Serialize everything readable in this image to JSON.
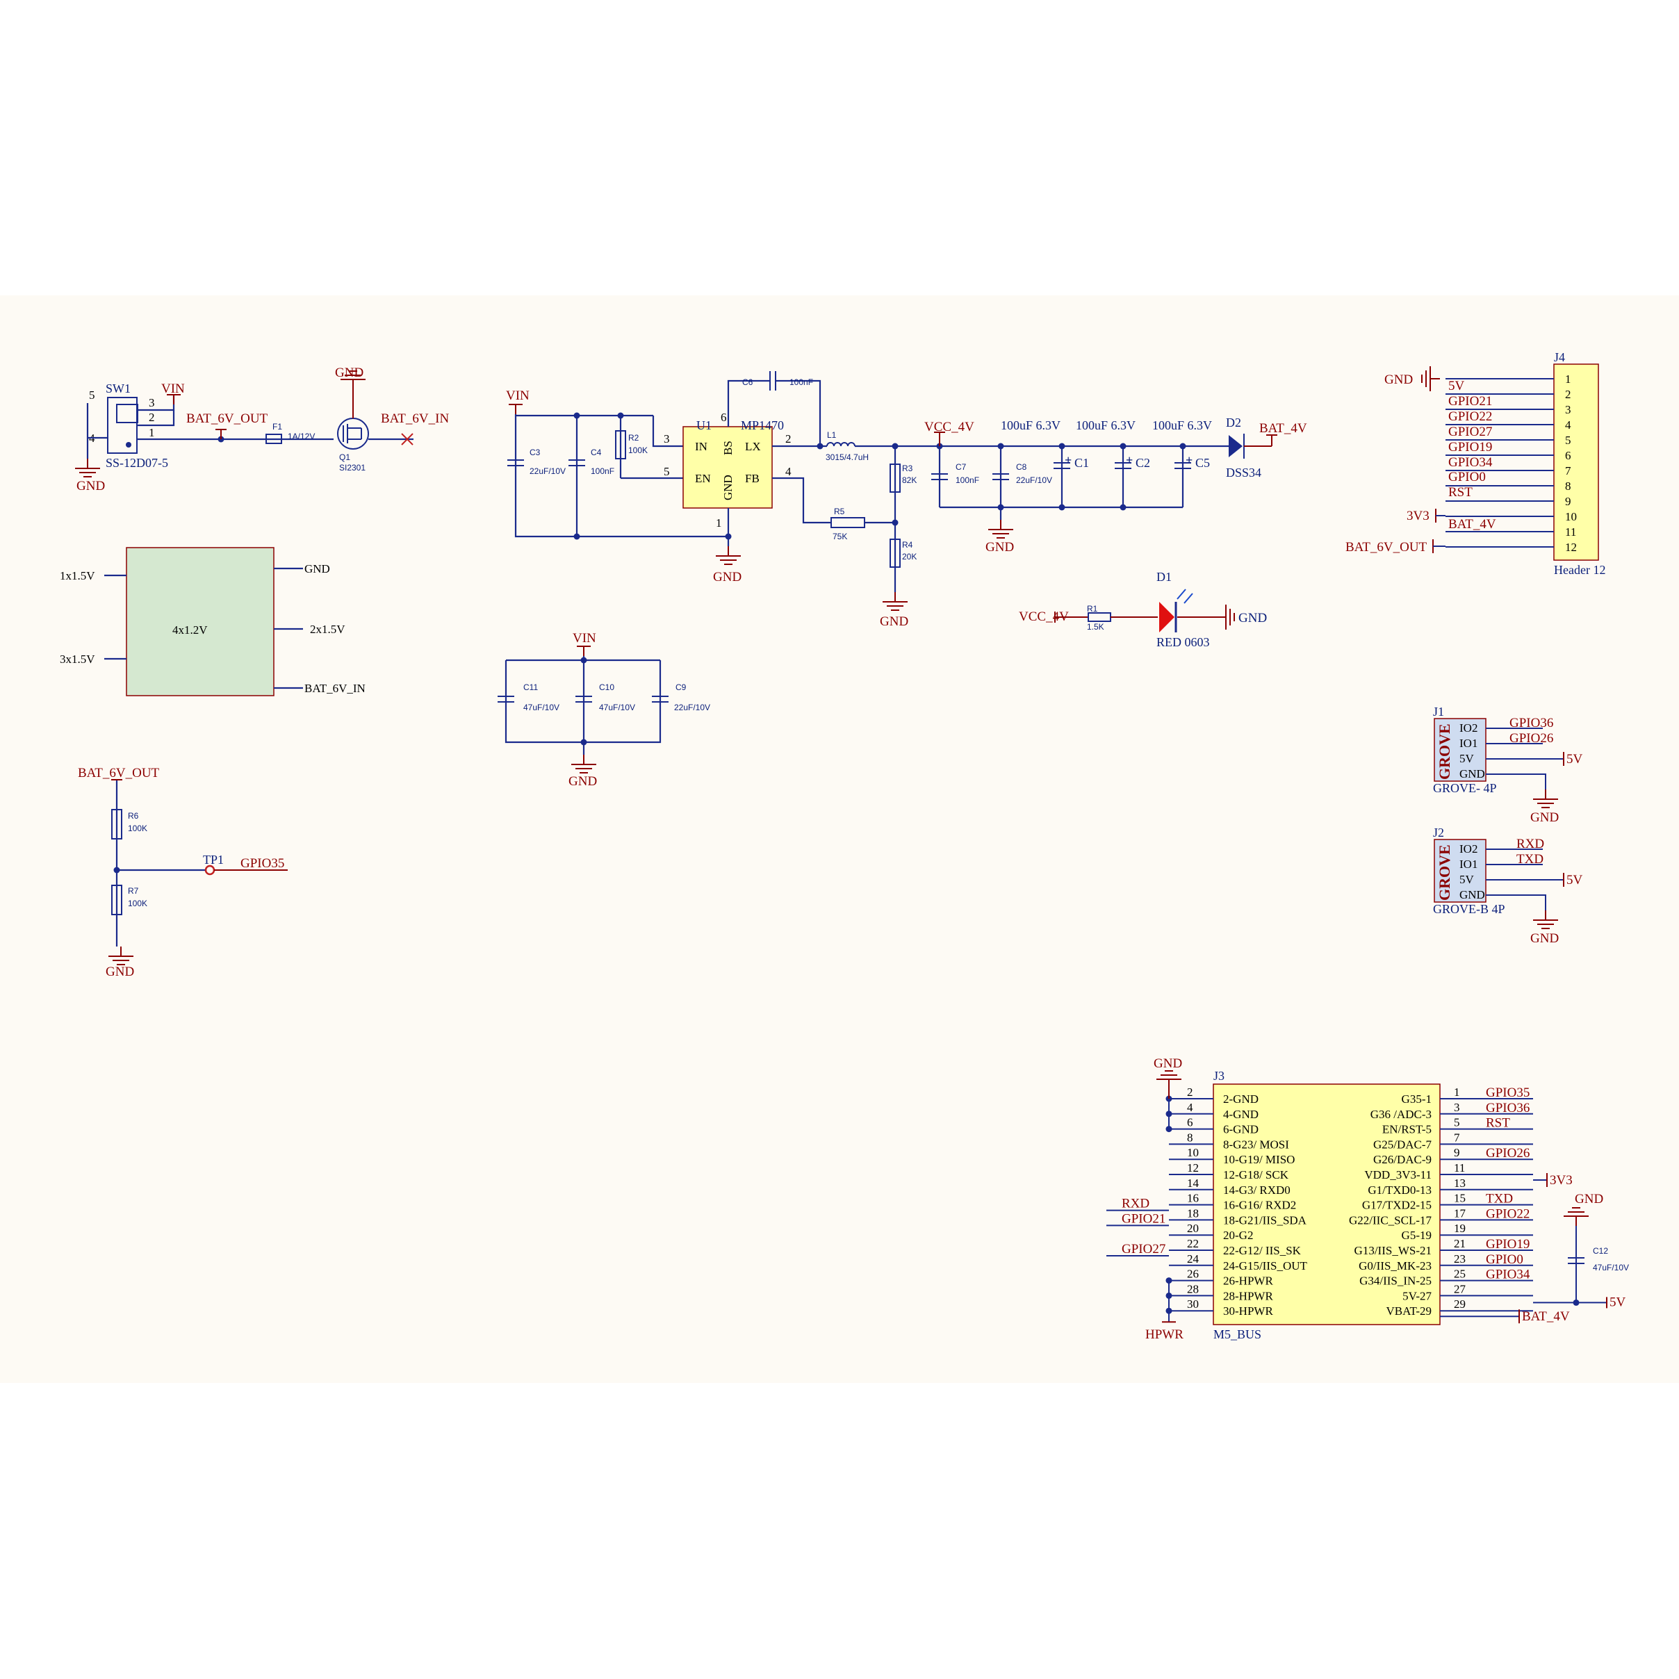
{
  "colors": {
    "sheet": "#fdfaf4",
    "wire": "#1a2a8c",
    "net": "#8b0000",
    "ic_body": "#ffffa8",
    "battery": "#d5e8d0",
    "grove": "#cfdcf0",
    "led": "#e01010"
  },
  "switch": {
    "ref": "SW1",
    "part": "SS-12D07-5",
    "pins": [
      "5",
      "3",
      "2",
      "1",
      "4"
    ]
  },
  "fuse": {
    "ref": "F1",
    "value": "1A/12V"
  },
  "mosfet": {
    "ref": "Q1",
    "part": "SI2301"
  },
  "battery": {
    "label": "4x1.2V",
    "left": [
      "1x1.5V",
      "3x1.5V"
    ],
    "right": [
      "GND",
      "2x1.5V",
      "BAT_6V_IN"
    ]
  },
  "regulator": {
    "ref": "U1",
    "part": "MP1470",
    "pins": {
      "in": "IN",
      "en": "EN",
      "bs": "BS",
      "lx": "LX",
      "gnd": "GND",
      "fb": "FB"
    },
    "pin_numbers": [
      "3",
      "5",
      "6",
      "2",
      "4",
      "1"
    ]
  },
  "passives": {
    "C3": "22uF/10V",
    "C4": "100nF",
    "R2": "100K",
    "C6": "100nF",
    "L1": "3015/4.7uH",
    "R3": "82K",
    "R4": "20K",
    "R5": "75K",
    "C7": "100nF",
    "C8": "22uF/10V",
    "C1": "100uF 6.3V",
    "C2": "100uF 6.3V",
    "C5": "100uF 6.3V",
    "C11": "47uF/10V",
    "C10": "47uF/10V",
    "C9": "22uF/10V",
    "R6": "100K",
    "R7": "100K",
    "R1": "1.5K",
    "C12": "47uF/10V"
  },
  "diode": {
    "ref": "D2",
    "part": "DSS34"
  },
  "led": {
    "ref": "D1",
    "part": "RED 0603"
  },
  "testpoint": {
    "ref": "TP1",
    "net": "GPIO35"
  },
  "nets": {
    "vin": "VIN",
    "gnd": "GND",
    "bat6out": "BAT_6V_OUT",
    "bat6in": "BAT_6V_IN",
    "vcc4": "VCC_4V",
    "bat4": "BAT_4V",
    "v5": "5V",
    "v33": "3V3",
    "hpwr": "HPWR"
  },
  "header": {
    "ref": "J4",
    "name": "Header 12",
    "pins": [
      "1",
      "2",
      "3",
      "4",
      "5",
      "6",
      "7",
      "8",
      "9",
      "10",
      "11",
      "12"
    ],
    "nets": [
      "GND",
      "5V",
      "GPIO21",
      "GPIO22",
      "GPIO27",
      "GPIO19",
      "GPIO34",
      "GPIO0",
      "RST",
      "",
      "3V3",
      "BAT_4V",
      "BAT_6V_OUT"
    ]
  },
  "grove1": {
    "ref": "J1",
    "name": "GROVE- 4P",
    "logo": "GROVE",
    "pins": [
      "IO2",
      "IO1",
      "5V",
      "GND"
    ],
    "nets": [
      "GPIO36",
      "GPIO26",
      "5V",
      "GND"
    ]
  },
  "grove2": {
    "ref": "J2",
    "name": "GROVE-B 4P",
    "logo": "GROVE",
    "pins": [
      "IO2",
      "IO1",
      "5V",
      "GND"
    ],
    "nets": [
      "RXD",
      "TXD",
      "5V",
      "GND"
    ]
  },
  "bus": {
    "ref": "J3",
    "name": "M5_BUS",
    "left_nums": [
      "2",
      "4",
      "6",
      "8",
      "10",
      "12",
      "14",
      "16",
      "18",
      "20",
      "22",
      "24",
      "26",
      "28",
      "30"
    ],
    "left_names": [
      "2-GND",
      "4-GND",
      "6-GND",
      "8-G23/ MOSI",
      "10-G19/ MISO",
      "12-G18/ SCK",
      "14-G3/ RXD0",
      "16-G16/ RXD2",
      "18-G21/IIS_SDA",
      "20-G2",
      "22-G12/ IIS_SK",
      "24-G15/IIS_OUT",
      "26-HPWR",
      "28-HPWR",
      "30-HPWR"
    ],
    "right_nums": [
      "1",
      "3",
      "5",
      "7",
      "9",
      "11",
      "13",
      "15",
      "17",
      "19",
      "21",
      "23",
      "25",
      "27",
      "29"
    ],
    "right_names": [
      "G35-1",
      "G36 /ADC-3",
      "EN/RST-5",
      "G25/DAC-7",
      "G26/DAC-9",
      "VDD_3V3-11",
      "G1/TXD0-13",
      "G17/TXD2-15",
      "G22/IIC_SCL-17",
      "G5-19",
      "G13/IIS_WS-21",
      "G0/IIS_MK-23",
      "G34/IIS_IN-25",
      "5V-27",
      "VBAT-29"
    ],
    "left_nets": [
      "RXD",
      "GPIO21",
      "GPIO27"
    ],
    "right_nets": [
      "GPIO35",
      "GPIO36",
      "RST",
      "GPIO26",
      "3V3",
      "TXD",
      "GPIO22",
      "GPIO19",
      "GPIO0",
      "GPIO34",
      "5V",
      "BAT_4V"
    ]
  }
}
